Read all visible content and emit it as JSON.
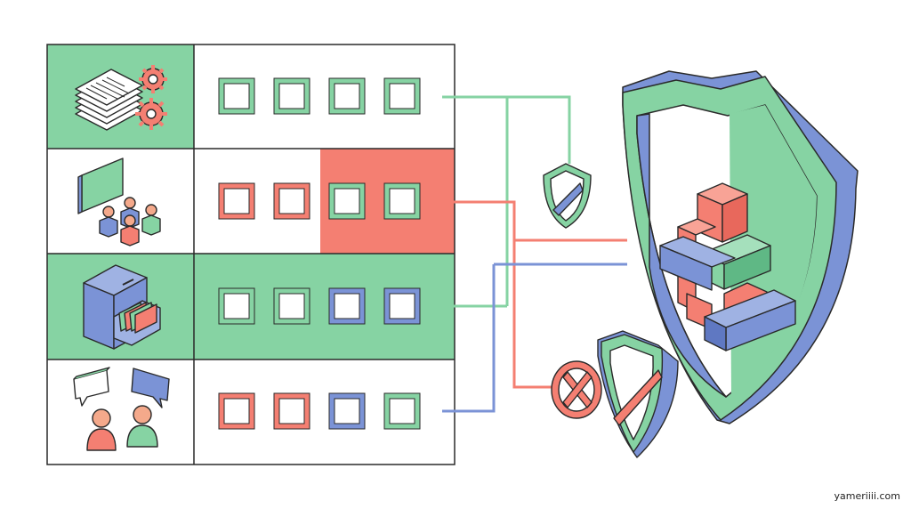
{
  "colors": {
    "green": "#86d3a3",
    "green_line": "#86d3a3",
    "red": "#f47f72",
    "blue": "#7b93d6",
    "outline": "#2a2a2a",
    "cell_green": "#86d3a3",
    "cell_red": "#f47f72"
  },
  "rows": [
    {
      "icon": "documents-gears-icon",
      "icon_cell_bg": "green",
      "checkboxes": [
        "green",
        "green",
        "green",
        "green"
      ],
      "highlight": "none",
      "connector": "green"
    },
    {
      "icon": "team-presentation-icon",
      "icon_cell_bg": "white",
      "checkboxes": [
        "red",
        "red",
        "green",
        "green"
      ],
      "highlight": "red-right-half",
      "connector": "red"
    },
    {
      "icon": "file-cabinet-icon",
      "icon_cell_bg": "green",
      "checkboxes": [
        "green",
        "green",
        "blue",
        "blue"
      ],
      "highlight": "green-full",
      "connector": "green"
    },
    {
      "icon": "people-chat-icon",
      "icon_cell_bg": "white",
      "checkboxes": [
        "red",
        "red",
        "blue",
        "green"
      ],
      "highlight": "none",
      "connector": "blue"
    }
  ],
  "small_shield": {
    "icon": "small-shield-icon",
    "color": "green"
  },
  "big_shield": {
    "icon": "large-shield-icon",
    "contents": "stacked-blocks-icon"
  },
  "blocked": {
    "icons": [
      "prohibited-sign-icon",
      "broken-shield-icon"
    ]
  },
  "watermark": "yameriiii.com"
}
